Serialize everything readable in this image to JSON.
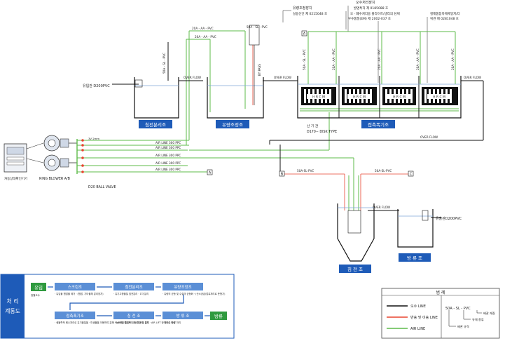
{
  "process": {
    "inlet_pipe": "유입관 D200PVC",
    "overflow": "OVER FLOW",
    "bypass": "BY PASS",
    "pipe_50a_sl": "50A - SL - PVC",
    "pipe_20a_aa": "20A - AA - PVC",
    "pipe_50a_sl_lower": "50A-SL-PVC",
    "overflow_top": "OVER FLOW",
    "overflow_mid": "OVER FLOW",
    "overflow_right": "OVER FLOW",
    "overflow_settle": "OVER FLOW",
    "outlet_pipe": "유출관D200PVC",
    "sand_trap": "침전분리조",
    "flow_equal": "유량조정조",
    "contact": "접촉폭기조",
    "settling": "침 전 조",
    "disinfect": "방 류 조",
    "media_label": "산 기 관",
    "media_type": "D170∼ DISK TYPE",
    "hrcm": "H R C M",
    "blower_label": "RING BLOWER A/B",
    "panel_label": "자동상태확인기기",
    "ball_valve": "D20 BALL VALVE",
    "flow_meter": "3V 2mm",
    "air_lines": [
      "AIR LINE 300 PPC",
      "AIR LINE 300 PPC",
      "AIR LINE 300 PPC",
      "AIR LINE 300 PPC",
      "AIR LINE 300 PPC"
    ],
    "marker_a": "A",
    "marker_b": "B",
    "marker_c": "C",
    "notes": {
      "flow_equip": "유량조정장치",
      "flow_equip_no": "실용신안 제 0215048 호",
      "sewage_treat": "오수처리장치",
      "patent_1": "발명특허 제 0185088 호",
      "patent_2": "오 · 폐수처리용 폴라이트/생리의 담체",
      "patent_3": "우수품질(EM) 제 2002-037 호",
      "patent_4": "철제품접촉메체일지/다",
      "patent_5": "위견 제 0281048 호"
    }
  },
  "flowchart": {
    "title_1": "처 리",
    "title_2": "계통도",
    "inflow": "유입",
    "outflow": "방류",
    "inflow_note": "정월도수",
    "steps": [
      {
        "title": "스크린조",
        "desc": "· 유입물 협잡물 제거\n· (협잡, 기타물체 분리장치)"
      },
      {
        "title": "침전분리조",
        "desc": "· 유기고형물질 침전분리\n· 1차 분리"
      },
      {
        "title": "유량조정조",
        "desc": "· 유량의 균등 및 수질의 균등화\n· (산소공급/접촉처리로 준혐기)"
      },
      {
        "title": "접촉폭기조",
        "desc": "· 생물학적 폐수처리로 유기물질을\n· 미생물을 이용하여 분해\n· 산화 및 접촉폭기\n· 산기관의 설치"
      },
      {
        "title": "침 전 조",
        "desc": "· Floc화된 활성오니를 침강 및 분리\n· AIR LIFT 방식으로 반송"
      },
      {
        "title": "방 류 조",
        "desc": "· 처리수 방류 처리"
      }
    ]
  },
  "legend": {
    "title": "범 례",
    "items": [
      {
        "label": "오수 LINE",
        "color": "#111111"
      },
      {
        "label": "반송 및 이송 LINE",
        "color": "#e8432f"
      },
      {
        "label": "AIR LINE",
        "color": "#5dbb4a"
      }
    ],
    "pipe_example": "50A - SL - PVC",
    "pipe_material": "배관 재질",
    "pipe_type": "유체 종류",
    "pipe_size": "배관 규격"
  }
}
